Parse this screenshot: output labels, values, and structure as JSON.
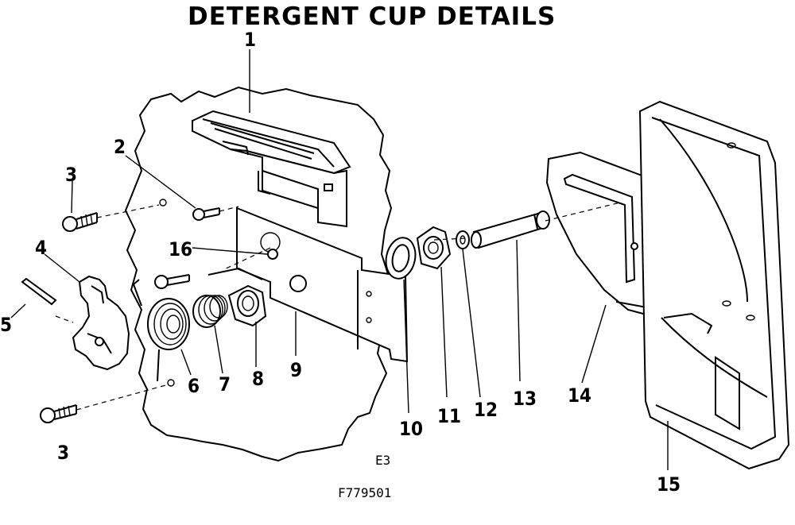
{
  "title": "DETERGENT CUP DETAILS",
  "callouts": [
    {
      "id": "c1",
      "label": "1"
    },
    {
      "id": "c2",
      "label": "2"
    },
    {
      "id": "c3a",
      "label": "3"
    },
    {
      "id": "c3b",
      "label": "3"
    },
    {
      "id": "c4",
      "label": "4"
    },
    {
      "id": "c5",
      "label": "5"
    },
    {
      "id": "c16",
      "label": "16"
    },
    {
      "id": "c6",
      "label": "6"
    },
    {
      "id": "c7",
      "label": "7"
    },
    {
      "id": "c8",
      "label": "8"
    },
    {
      "id": "c9",
      "label": "9"
    },
    {
      "id": "c10",
      "label": "10"
    },
    {
      "id": "c11",
      "label": "11"
    },
    {
      "id": "c12",
      "label": "12"
    },
    {
      "id": "c13",
      "label": "13"
    },
    {
      "id": "c14",
      "label": "14"
    },
    {
      "id": "c15",
      "label": "15"
    }
  ],
  "codes": {
    "section": "E3",
    "figure": "F779501"
  }
}
